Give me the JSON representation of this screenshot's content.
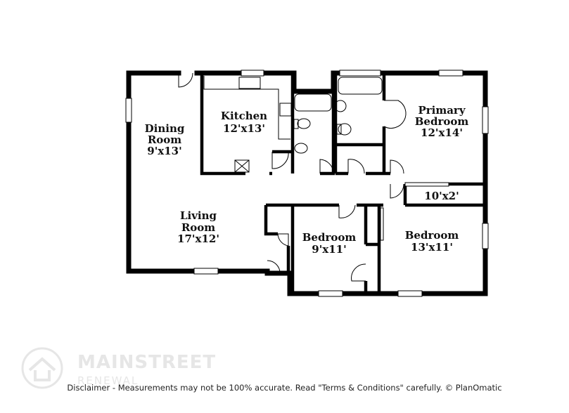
{
  "rooms": {
    "dining": {
      "name_line1": "Dining",
      "name_line2": "Room",
      "size": "9'x13'"
    },
    "kitchen": {
      "name": "Kitchen",
      "size": "12'x13'"
    },
    "primary_bedroom": {
      "name_line1": "Primary",
      "name_line2": "Bedroom",
      "size": "12'x14'"
    },
    "closet": {
      "size": "10'x2'"
    },
    "living": {
      "name_line1": "Living",
      "name_line2": "Room",
      "size": "17'x12'"
    },
    "bedroom_a": {
      "name": "Bedroom",
      "size": "9'x11'"
    },
    "bedroom_b": {
      "name": "Bedroom",
      "size": "13'x11'"
    }
  },
  "brand": {
    "name": "MAINSTREET",
    "sub": "RENEWAL"
  },
  "disclaimer": "Disclaimer - Measurements may not be 100% accurate. Read \"Terms & Conditions\" carefully. © PlanOmatic"
}
